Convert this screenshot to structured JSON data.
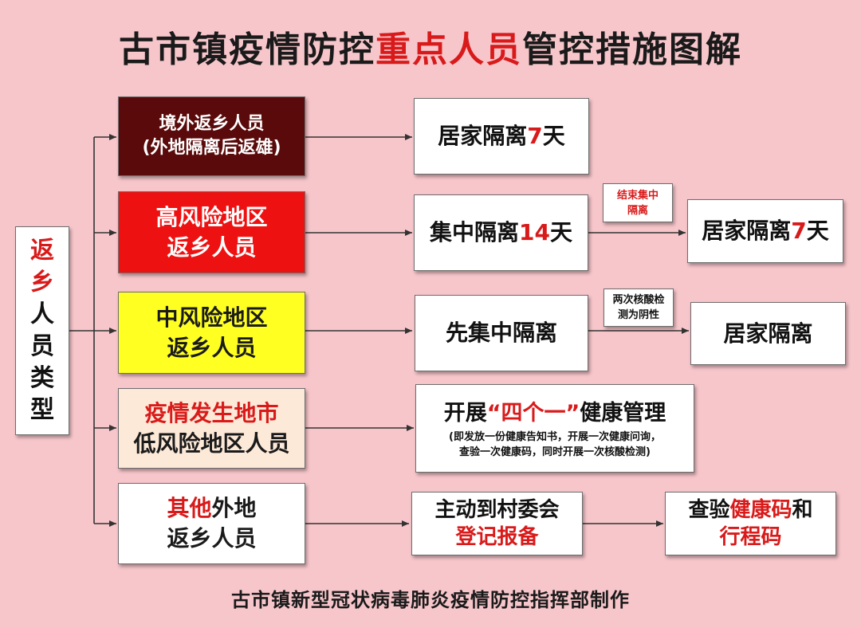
{
  "title": {
    "part1": "古市镇疫情防控",
    "highlight": "重点人员",
    "part2": "管控措施图解"
  },
  "root": {
    "chars_red": [
      "返",
      "乡"
    ],
    "chars_black": [
      "人",
      "员",
      "类",
      "型"
    ]
  },
  "categories": [
    {
      "line1": "境外返乡人员",
      "line2": "(外地隔离后返雄)",
      "bg": "#5a0a0a",
      "fg": "#ffffff"
    },
    {
      "line1": "高风险地区",
      "line2": "返乡人员",
      "bg": "#ee1111",
      "fg": "#ffffff"
    },
    {
      "line1": "中风险地区",
      "line2": "返乡人员",
      "bg": "#ffff22",
      "fg": "#1a1a1a"
    },
    {
      "line1": "疫情发生地市",
      "line2": "低风险地区人员",
      "bg": "#fde9d8",
      "fg": "#1a1a1a",
      "line1_color": "#d91a1a"
    },
    {
      "line1_red": "其他",
      "line1_black": "外地",
      "line2": "返乡人员",
      "bg": "#ffffff",
      "fg": "#1a1a1a"
    }
  ],
  "results": {
    "r1": {
      "text": "居家隔离",
      "num": "7",
      "unit": "天"
    },
    "r2": {
      "text": "集中隔离",
      "num": "14",
      "unit": "天"
    },
    "r2_next": {
      "text": "居家隔离",
      "num": "7",
      "unit": "天"
    },
    "r2_cond": {
      "line1": "结束集中",
      "line2": "隔离"
    },
    "r3": {
      "text": "先集中隔离"
    },
    "r3_next": {
      "text": "居家隔离"
    },
    "r3_cond": {
      "line1": "两次核酸检",
      "line2": "测为阴性"
    },
    "r4": {
      "pre": "开展",
      "quote": "“四个一”",
      "post": "健康管理",
      "note1": "(即发放一份健康告知书，开展一次健康问询，",
      "note2": "查验一次健康码，同时开展一次核酸检测)"
    },
    "r5": {
      "line1": "主动到村委会",
      "line2": "登记报备"
    },
    "r5_next": {
      "pre": "查验",
      "red": "健康码",
      "post": "和",
      "line2": "行程码"
    }
  },
  "footer": "古市镇新型冠状病毒肺炎疫情防控指挥部制作"
}
